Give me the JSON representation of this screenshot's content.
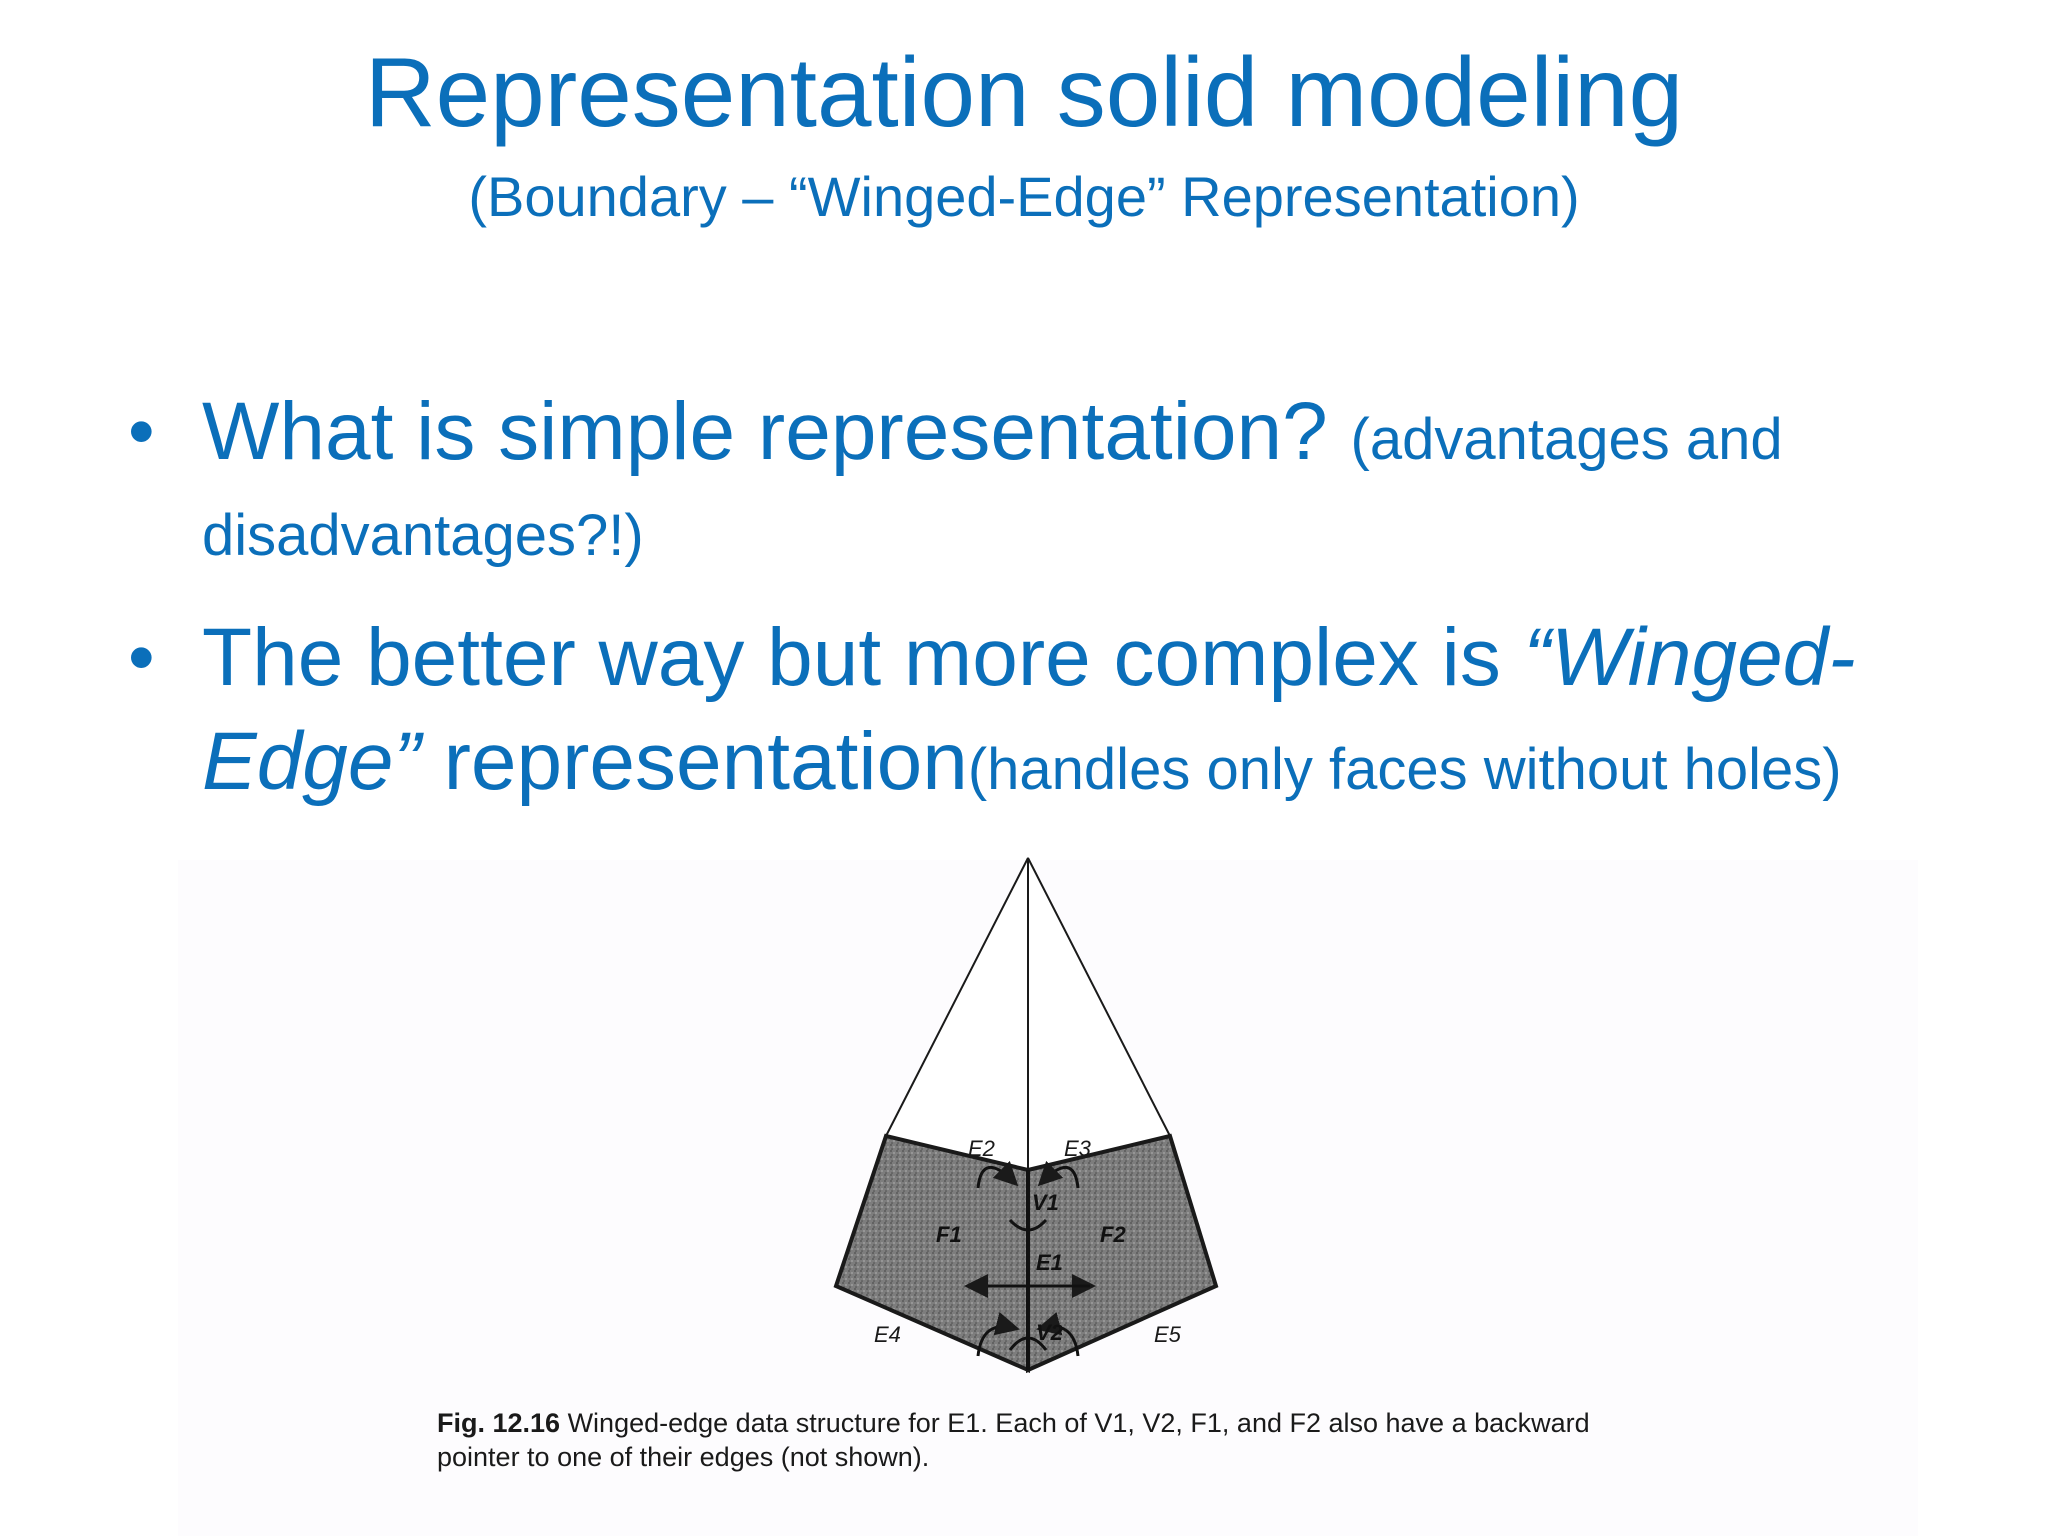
{
  "slide": {
    "title": "Representation solid modeling",
    "subtitle": "(Boundary – “Winged-Edge” Representation)"
  },
  "bullets": [
    {
      "main": "What is simple representation? ",
      "note": "(advantages and disadvantages?!)"
    },
    {
      "main_start": "The better way but more complex is ",
      "emphasis": "“Winged-Edge”",
      "main_end": " representation",
      "note": "(handles only faces without holes)"
    }
  ],
  "figure": {
    "labels": {
      "e1": "E1",
      "e2": "E2",
      "e3": "E3",
      "e4": "E4",
      "e5": "E5",
      "v1": "V1",
      "v2": "V2",
      "f1": "F1",
      "f2": "F2"
    },
    "caption_label": "Fig. 12.16",
    "caption_text": "Winged-edge data structure for E1. Each of V1, V2, F1, and F2 also have a backward pointer to one of their edges (not shown)."
  },
  "colors": {
    "accent": "#0b6fba",
    "figure_fill": "#8a8a8a",
    "figure_stroke": "#1a1a1a"
  }
}
